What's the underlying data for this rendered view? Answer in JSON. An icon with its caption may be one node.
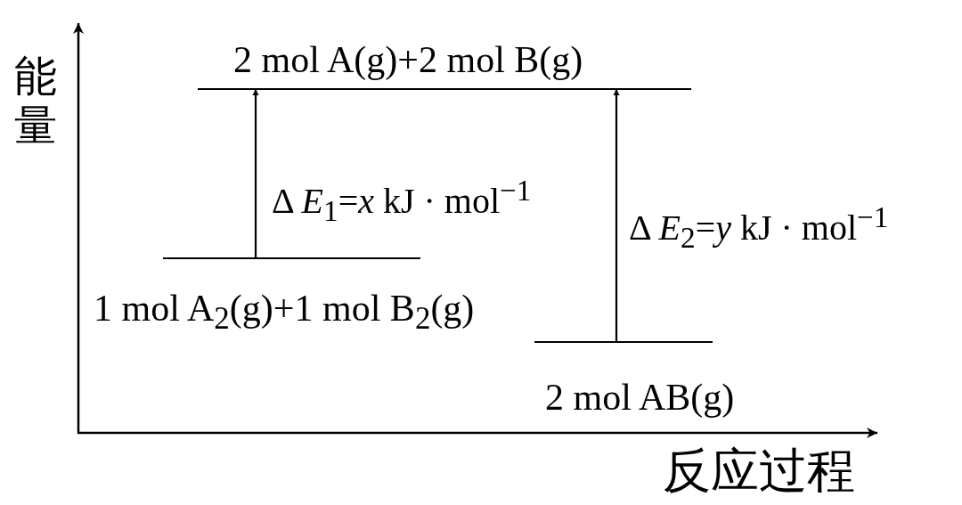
{
  "diagram": {
    "nodes": [
      {
        "text": [
          "2 mol A(g)+2 mol B(g)"
        ]
      },
      {
        "text": [
          "1 mol A$_{2}$(g)+1 mol B$_{2}$(g)"
        ]
      },
      {
        "text": [
          "2 mol AB(g)"
        ]
      }
    ],
    "edges": [
      {
        "from": 1,
        "to": 0,
        "arrow": "to",
        "label": "Δ *E*$_{1}$=*x* kJ · mol$^{−1}$"
      },
      {
        "from": 2,
        "to": 0,
        "arrow": "to",
        "label": "Δ *E*$_{2}$=*y* kJ · mol$^{−1}$"
      }
    ],
    "labels": [
      "能量",
      "反应过程"
    ]
  }
}
